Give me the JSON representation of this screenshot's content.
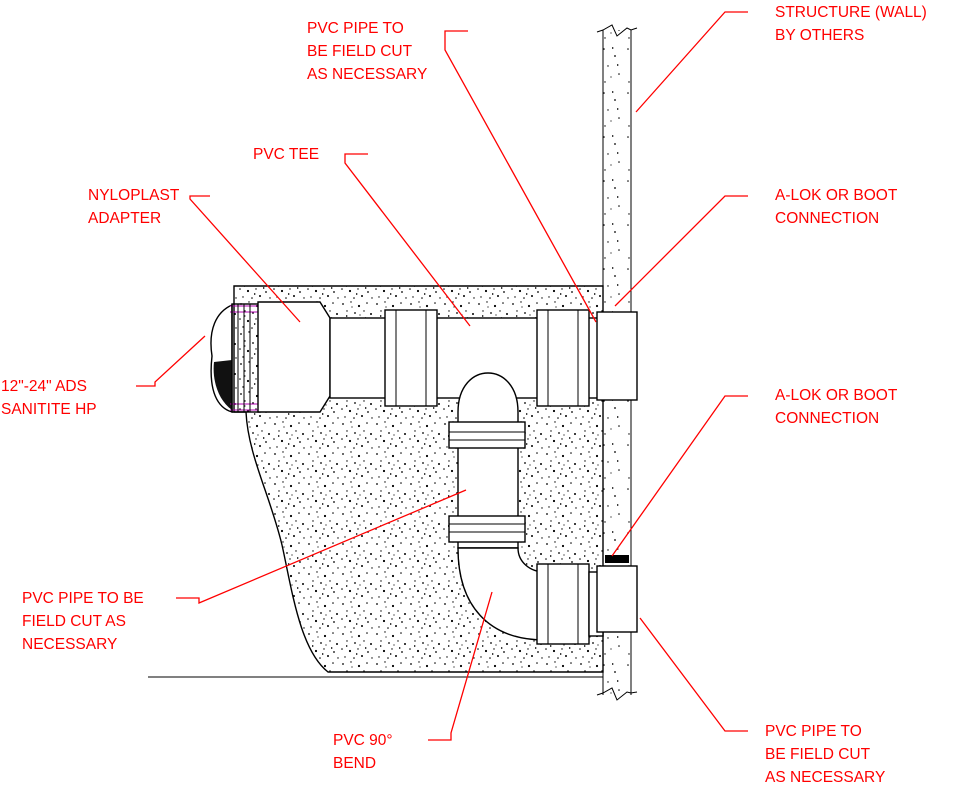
{
  "labels": {
    "pvc_pipe_top": [
      "PVC PIPE TO",
      "BE FIELD CUT",
      "AS NECESSARY"
    ],
    "structure_wall": [
      "STRUCTURE (WALL)",
      "BY OTHERS"
    ],
    "pvc_tee": [
      "PVC TEE"
    ],
    "nyloplast_adapter": [
      "NYLOPLAST",
      "ADAPTER"
    ],
    "alok_top": [
      "A-LOK OR BOOT",
      "CONNECTION"
    ],
    "ads_pipe": [
      "12\"-24\" ADS",
      "SANITITE HP"
    ],
    "alok_bottom": [
      "A-LOK OR BOOT",
      "CONNECTION"
    ],
    "pvc_pipe_left": [
      "PVC PIPE TO BE",
      "FIELD CUT AS",
      "NECESSARY"
    ],
    "pvc_bend": [
      "PVC 90°",
      "BEND"
    ],
    "pvc_pipe_bottom": [
      "PVC PIPE TO",
      "BE FIELD CUT",
      "AS NECESSARY"
    ]
  },
  "colors": {
    "annotation": "#ff0000",
    "linework": "#000000",
    "background": "#ffffff"
  }
}
